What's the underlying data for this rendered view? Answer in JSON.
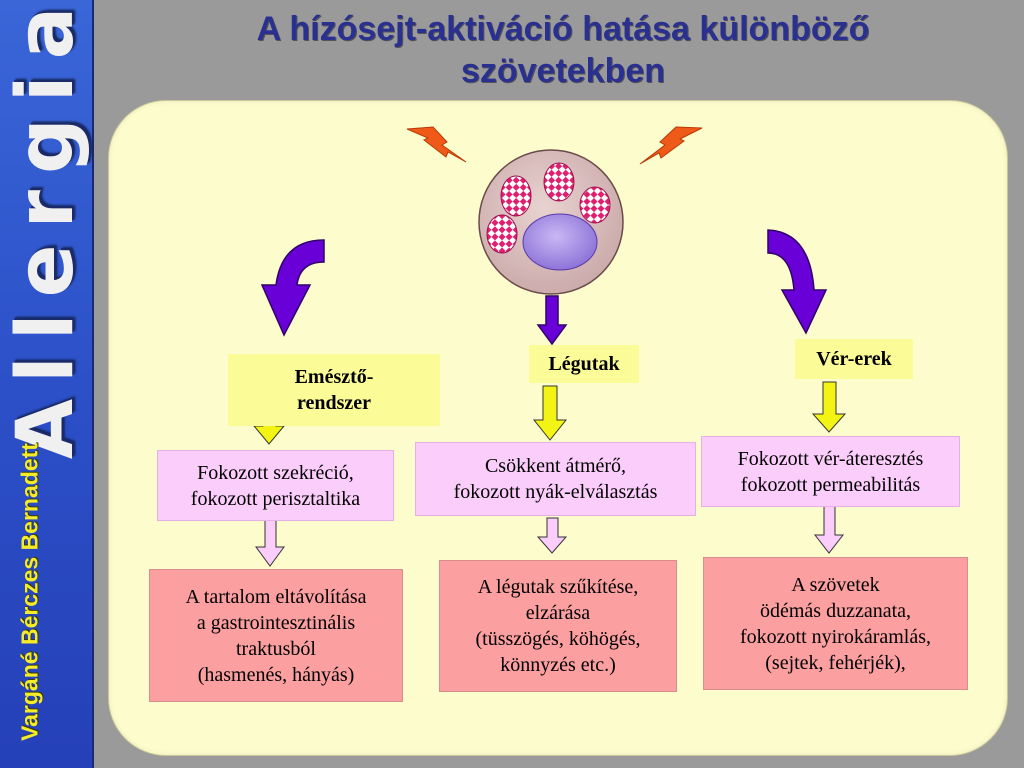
{
  "sidebar": {
    "title": "Allergia",
    "author": "Vargáné Bérczes Bernadett"
  },
  "slide": {
    "title_line1": "A hízósejt-aktiváció hatása különböző",
    "title_line2": "szövetekben"
  },
  "columns": {
    "left": {
      "organ": "Emésztő-\nrendszer",
      "effect": "Fokozott szekréció,\nfokozott perisztaltika",
      "outcome": "A tartalom eltávolítása\na gastrointesztinális\ntraktusból\n(hasmenés, hányás)"
    },
    "middle": {
      "organ": "Légutak",
      "effect": "Csökkent átmérő,\nfokozott nyák-elválasztás",
      "outcome": "A légutak szűkítése,\nelzárása\n(tüsszögés, köhögés,\nkönnyzés etc.)"
    },
    "right": {
      "organ": "Vér-erek",
      "effect": "Fokozott vér-áteresztés\nfokozott permeabilitás",
      "outcome": "A szövetek\nödémás duzzanata,\nfokozott nyirokáramlás,\n(sejtek, fehérjék),"
    }
  },
  "colors": {
    "panel": "#fdfccc",
    "organ_box": "#fbfb98",
    "effect_box": "#fbcdfb",
    "outcome_box": "#fb9fa0",
    "purple_arrow": "#6a00d8",
    "title": "#2a3090",
    "author": "#f4ec2a"
  },
  "icons": [
    "lightning-bolt-icon",
    "mast-cell-icon"
  ]
}
